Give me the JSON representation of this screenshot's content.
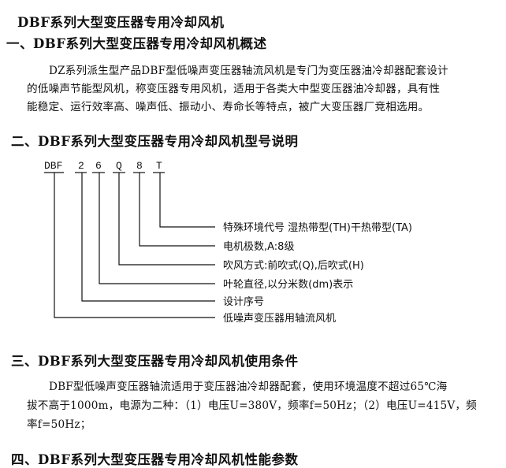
{
  "title": "DBF系列大型变压器专用冷却风机",
  "sections": [
    {
      "heading": "一、DBF系列大型变压器专用冷却风机概述",
      "lines": [
        "DZ系列派生型产品DBF型低噪声变压器轴流风机是专门为变压器油冷却器配套设计",
        "的低噪声节能型风机，称变压器专用风机，适用于各类大中型变压器油冷却器，具有性",
        "能稳定、运行效率高、噪声低、振动小、寿命长等特点，被广大变压器厂竞相选用。"
      ]
    },
    {
      "heading": "二、DBF系列大型变压器专用冷却风机型号说明"
    },
    {
      "heading": "三、DBF系列大型变压器专用冷却风机使用条件",
      "lines": [
        "DBF型低噪声变压器轴流适用于变压器油冷却器配套，使用环境温度不超过65℃海",
        "拔不高于1000m，电源为二种：（1）电压U=380V，频率f=50Hz；（2）电压U=415V，频",
        "率f=50Hz；"
      ]
    },
    {
      "heading": "四、DBF系列大型变压器专用冷却风机性能参数"
    }
  ],
  "model_diagram": {
    "codes": [
      "DBF",
      "2",
      "6",
      "Q",
      "8",
      "T"
    ],
    "labels": [
      "特殊环境代号 湿热带型(TH)干热带型(TA)",
      "电机极数,A:8级",
      "吹风方式:前吹式(Q),后吹式(H)",
      "叶轮直径,以分米数(dm)表示",
      "设计序号",
      "低噪声变压器用轴流风机"
    ]
  }
}
